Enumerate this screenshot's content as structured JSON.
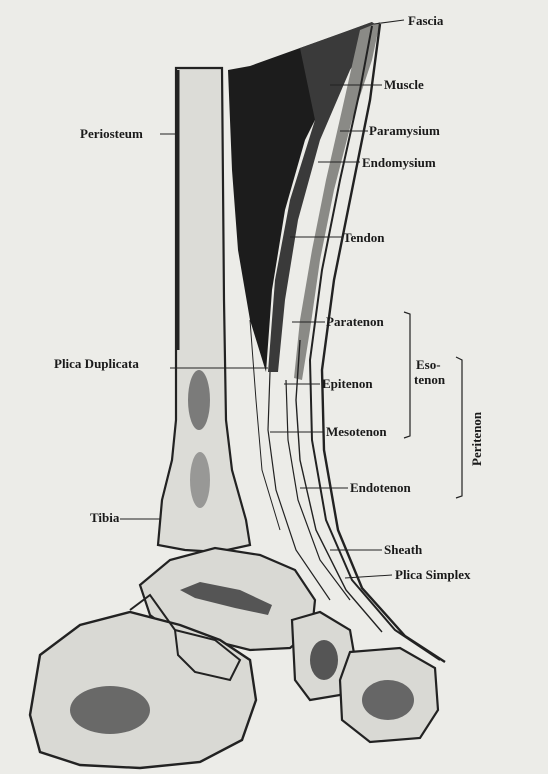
{
  "diagram": {
    "labels": {
      "fascia": "Fascia",
      "muscle": "Muscle",
      "paramysium": "Paramysium",
      "endomysium": "Endomysium",
      "tendon": "Tendon",
      "periosteum": "Periosteum",
      "paratenon": "Paratenon",
      "plica_duplicata": "Plica Duplicata",
      "epitenon": "Epitenon",
      "esotenon_1": "Eso-",
      "esotenon_2": "tenon",
      "peritenon": "Peritenon",
      "mesotenon": "Mesotenon",
      "endotenon": "Endotenon",
      "tibia": "Tibia",
      "sheath": "Sheath",
      "plica_simplex": "Plica Simplex"
    },
    "colors": {
      "paper": "#ecece8",
      "ink": "#1a1a1a",
      "bone": "#d9d9d4",
      "marrow": "#555555",
      "muscle": "#1c1c1c"
    }
  }
}
